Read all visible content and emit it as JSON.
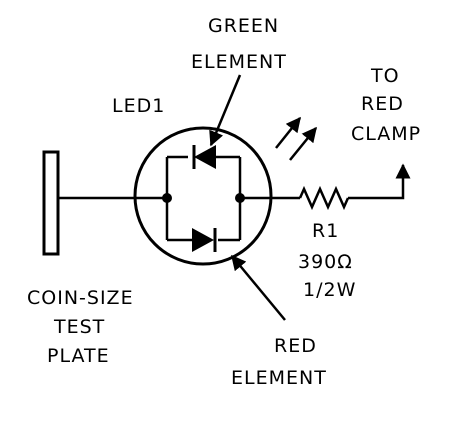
{
  "labels": {
    "green_element": [
      "GREEN",
      "ELEMENT"
    ],
    "led": "LED1",
    "to_red_clamp": [
      "TO",
      "RED",
      "CLAMP"
    ],
    "resistor_name": "R1",
    "resistor_value": "390Ω",
    "resistor_power": "1/2W",
    "test_plate": [
      "COIN-SIZE",
      "TEST",
      "PLATE"
    ],
    "red_element": [
      "RED",
      "ELEMENT"
    ]
  },
  "colors": {
    "ink": "#000000",
    "background": "#ffffff"
  }
}
